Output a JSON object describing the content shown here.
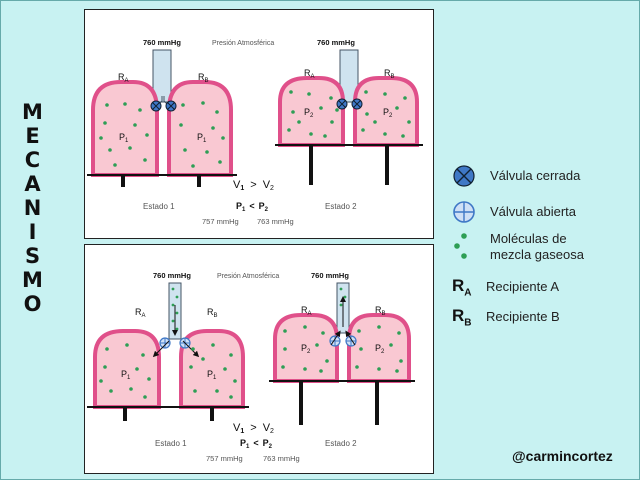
{
  "title_letters": [
    "M",
    "E",
    "C",
    "A",
    "N",
    "I",
    "S",
    "M",
    "O"
  ],
  "panels": [
    {
      "pressure_left": "760 mmHg",
      "pressure_right": "760 mmHg",
      "atm_label": "Presión Atmosférica",
      "ra": "R",
      "ra_sub": "A",
      "rb": "R",
      "rb_sub": "B",
      "p1": "P",
      "p1_sub": "1",
      "p2": "P",
      "p2_sub": "2",
      "volume_relation": {
        "v1": "V",
        "v1_sub": "1",
        "op": ">",
        "v2": "V",
        "v2_sub": "2"
      },
      "pressure_relation": {
        "p1": "P",
        "p1_sub": "1",
        "op": "<",
        "p2": "P",
        "p2_sub": "2"
      },
      "state1": "Estado 1",
      "state2": "Estado 2",
      "value1": "757 mmHg",
      "value2": "763 mmHg"
    },
    {
      "pressure_left": "760 mmHg",
      "pressure_right": "760 mmHg",
      "atm_label": "Presión Atmosférica",
      "ra": "R",
      "ra_sub": "A",
      "rb": "R",
      "rb_sub": "B",
      "p1": "P",
      "p1_sub": "1",
      "p2": "P",
      "p2_sub": "2",
      "volume_relation": {
        "v1": "V",
        "v1_sub": "1",
        "op": ">",
        "v2": "V",
        "v2_sub": "2"
      },
      "pressure_relation": {
        "p1": "P",
        "p1_sub": "1",
        "op": "<",
        "p2": "P",
        "p2_sub": "2"
      },
      "state1": "Estado 1",
      "state2": "Estado 2",
      "value1": "757 mmHg",
      "value2": "763 mmHg"
    }
  ],
  "legend": {
    "closed_valve": "Válvula cerrada",
    "open_valve": "Válvula abierta",
    "molecules_line1": "Moléculas de",
    "molecules_line2": "mezcla gaseosa",
    "ra_symbol": "R",
    "ra_sub": "A",
    "ra_label": "Recipiente A",
    "rb_symbol": "R",
    "rb_sub": "B",
    "rb_label": "Recipiente B"
  },
  "credit": "@carmincortez",
  "colors": {
    "container_fill": "#f9c8d2",
    "container_border": "#e0508a",
    "molecule": "#2e9e55",
    "valve": "#3f78c6",
    "tube": "#cfe3ef",
    "background": "#c8f2f2"
  }
}
